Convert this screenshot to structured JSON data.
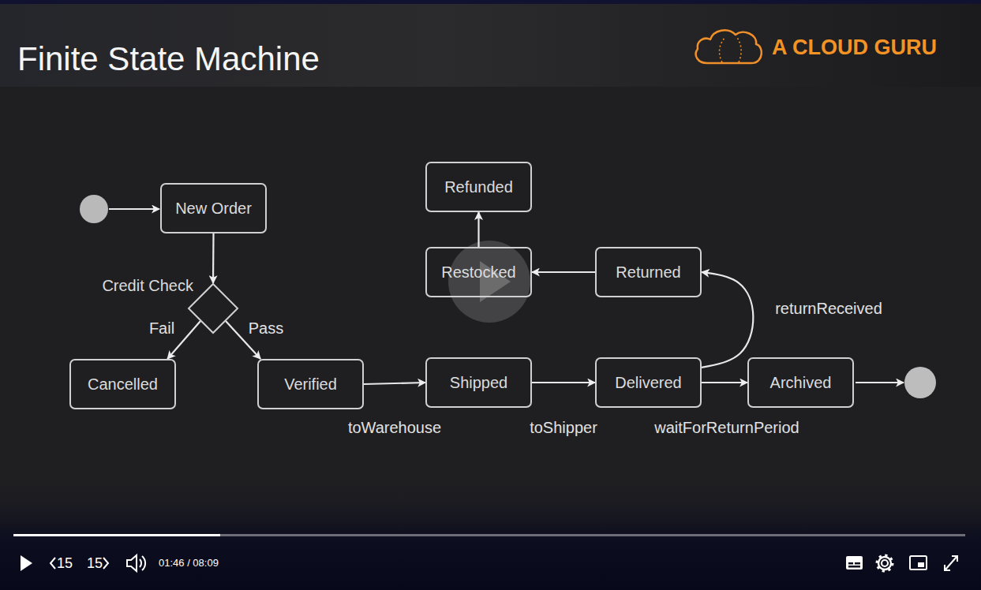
{
  "diagram": {
    "title": "Finite State Machine",
    "nodes": [
      {
        "text": [
          "New Order"
        ]
      },
      {
        "text": [
          "Credit Check"
        ]
      },
      {
        "text": [
          "Cancelled"
        ]
      },
      {
        "text": [
          "Verified"
        ]
      },
      {
        "text": [
          "Shipped"
        ]
      },
      {
        "text": [
          "Delivered"
        ]
      },
      {
        "text": [
          "Archived"
        ]
      },
      {
        "text": [
          "Returned"
        ]
      },
      {
        "text": [
          "Restocked"
        ]
      },
      {
        "text": [
          "Refunded"
        ]
      }
    ],
    "edges": [
      {
        "from": 0,
        "to": 1,
        "arrow": "to"
      },
      {
        "from": 1,
        "to": 2,
        "label": "Fail",
        "arrow": "to"
      },
      {
        "from": 1,
        "to": 3,
        "label": "Pass",
        "arrow": "to"
      },
      {
        "from": 3,
        "to": 4,
        "label": "toWarehouse",
        "arrow": "to"
      },
      {
        "from": 4,
        "to": 5,
        "label": "toShipper",
        "arrow": "to"
      },
      {
        "from": 5,
        "to": 6,
        "label": "waitForReturnPeriod",
        "arrow": "to"
      },
      {
        "from": 5,
        "to": 7,
        "label": "returnReceived",
        "arrow": "to"
      },
      {
        "from": 7,
        "to": 8,
        "arrow": "to"
      },
      {
        "from": 8,
        "to": 9,
        "arrow": "to"
      }
    ],
    "labels": [
      "A CLOUD GURU",
      "15",
      "15",
      "01:46 / 08:09"
    ]
  }
}
